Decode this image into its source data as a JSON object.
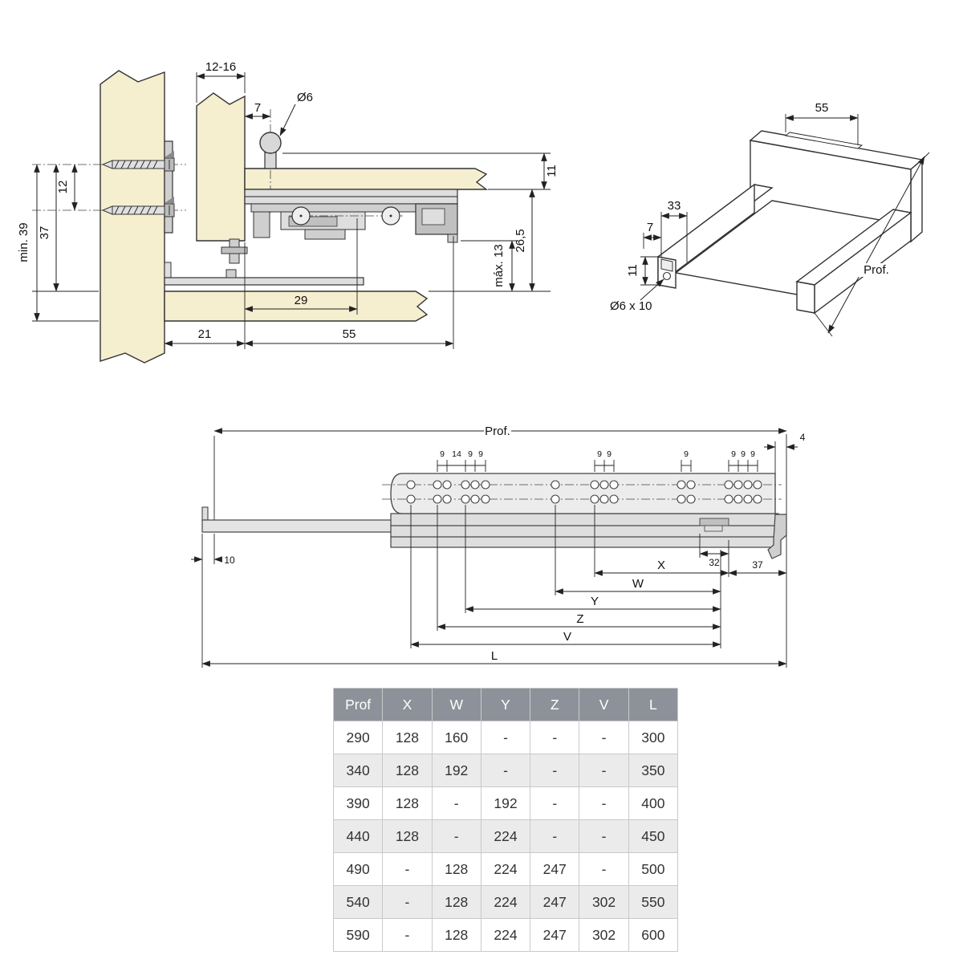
{
  "colors": {
    "panel_wood": "#f5eecf",
    "metal_light": "#dedede",
    "table_header_bg": "#8d929a",
    "table_header_fg": "#ffffff",
    "table_row_alt": "#ebebeb"
  },
  "section_view": {
    "dims": {
      "panel_thickness": "12-16",
      "bolt_offset": "7",
      "bolt_dia": "Ø6",
      "right_top": "11",
      "right_mid": "26,5",
      "right_max": "máx. 13",
      "screw_gap": "12",
      "screw_to_bottom": "37",
      "min_height": "min. 39",
      "inner": "29",
      "bottom_left": "21",
      "bottom_right": "55"
    }
  },
  "iso_view": {
    "dims": {
      "notch": "55",
      "d33": "33",
      "d7": "7",
      "d11": "11",
      "hole": "Ø6 x 10",
      "depth": "Prof."
    }
  },
  "rail_view": {
    "dims": {
      "depth": "Prof.",
      "d4": "4",
      "groupA": [
        "9",
        "14",
        "9",
        "9"
      ],
      "groupB": [
        "9",
        "9"
      ],
      "groupC": [
        "9"
      ],
      "groupD": [
        "9",
        "9",
        "9"
      ],
      "d10": "10",
      "d32": "32",
      "d37": "37",
      "x": "X",
      "w": "W",
      "y": "Y",
      "z": "Z",
      "v": "V",
      "l": "L"
    }
  },
  "table": {
    "headers": [
      "Prof",
      "X",
      "W",
      "Y",
      "Z",
      "V",
      "L"
    ],
    "rows": [
      [
        "290",
        "128",
        "160",
        "-",
        "-",
        "-",
        "300"
      ],
      [
        "340",
        "128",
        "192",
        "-",
        "-",
        "-",
        "350"
      ],
      [
        "390",
        "128",
        "-",
        "192",
        "-",
        "-",
        "400"
      ],
      [
        "440",
        "128",
        "-",
        "224",
        "-",
        "-",
        "450"
      ],
      [
        "490",
        "-",
        "128",
        "224",
        "247",
        "-",
        "500"
      ],
      [
        "540",
        "-",
        "128",
        "224",
        "247",
        "302",
        "550"
      ],
      [
        "590",
        "-",
        "128",
        "224",
        "247",
        "302",
        "600"
      ]
    ]
  }
}
